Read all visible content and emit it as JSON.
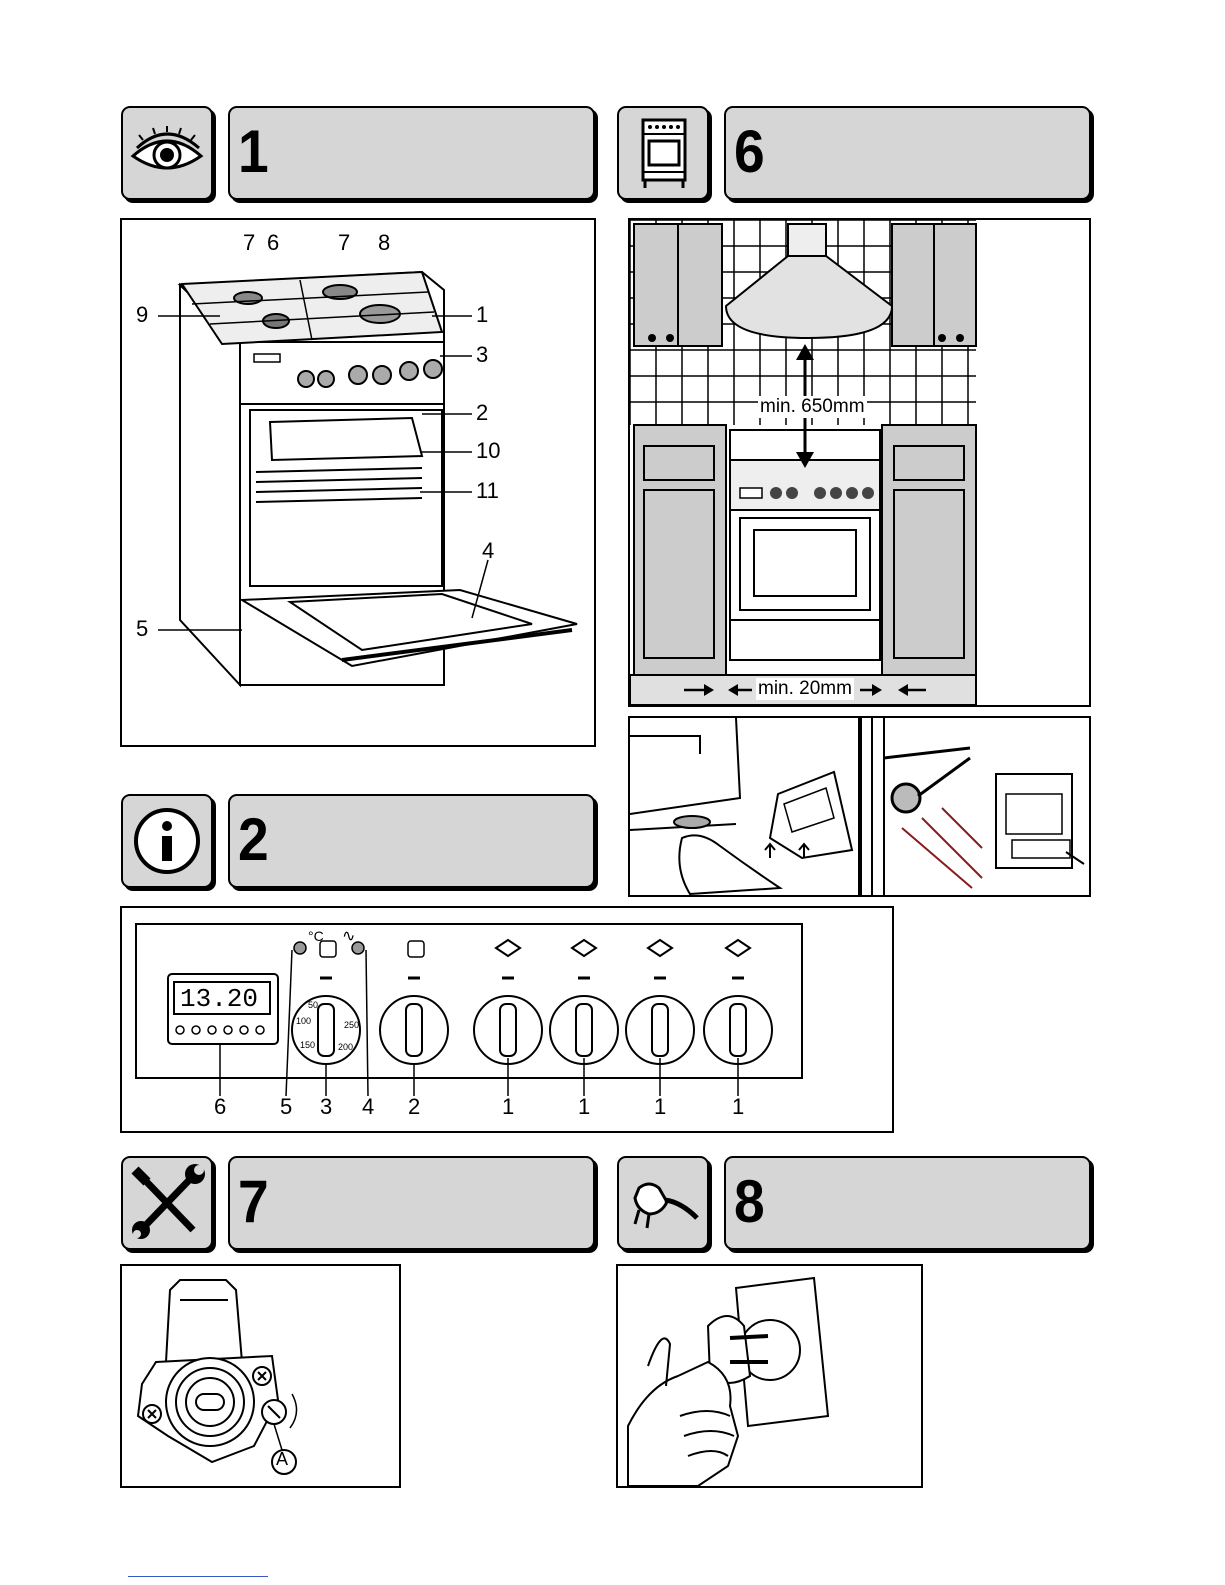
{
  "sections": {
    "s1": {
      "number": "1",
      "icon": "eye-icon"
    },
    "s2": {
      "number": "2",
      "icon": "info-icon"
    },
    "s6": {
      "number": "6",
      "icon": "cooker-icon"
    },
    "s7": {
      "number": "7",
      "icon": "tools-icon"
    },
    "s8": {
      "number": "8",
      "icon": "plug-icon"
    }
  },
  "fig1": {
    "callouts": [
      "7",
      "6",
      "7",
      "8",
      "9",
      "1",
      "3",
      "2",
      "10",
      "11",
      "4",
      "5"
    ]
  },
  "fig6": {
    "height_label": "min. 650mm",
    "gap_label": "min. 20mm"
  },
  "fig2": {
    "clock_display": "13.20",
    "indicators": [
      "°C",
      "∿"
    ],
    "labels": [
      "6",
      "5",
      "3",
      "4",
      "2",
      "1",
      "1",
      "1",
      "1"
    ],
    "thermostat_marks": [
      "50",
      "100",
      "150",
      "200",
      "250"
    ]
  },
  "fig7": {
    "screw_label": "A"
  },
  "colors": {
    "tile_bg": "#d6d6d6",
    "ink": "#000000",
    "footer_link": "#3b56c9"
  }
}
